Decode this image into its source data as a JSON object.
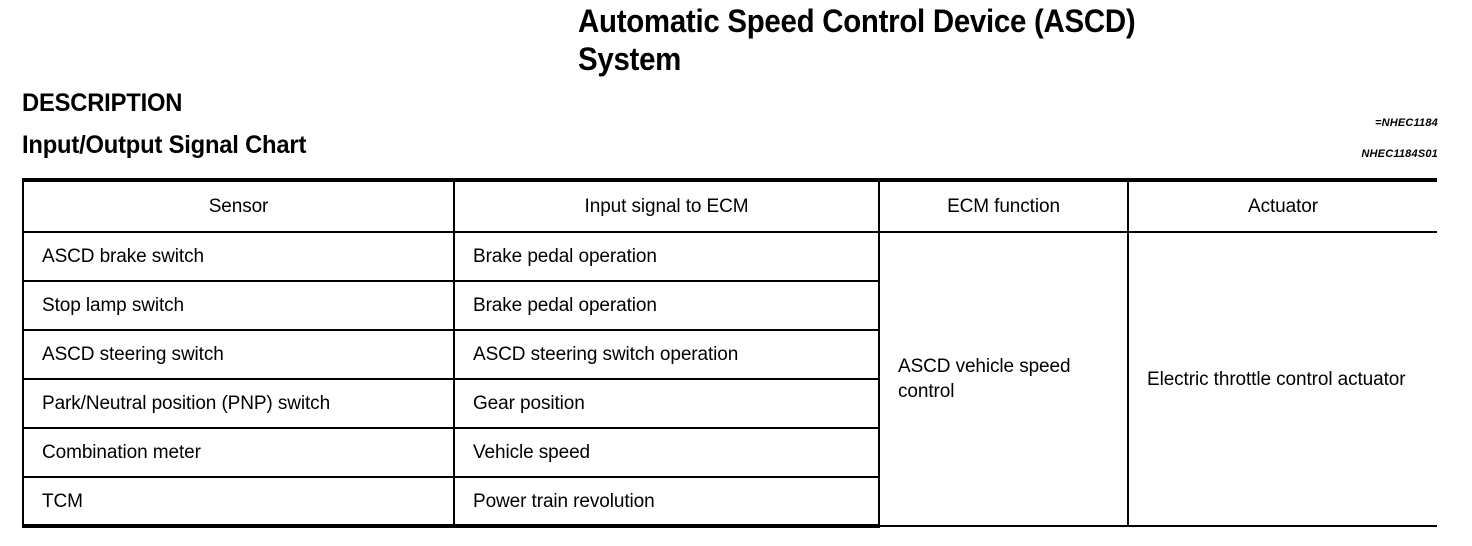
{
  "document": {
    "title": "Automatic Speed Control Device (ASCD)\nSystem",
    "section_heading": "DESCRIPTION",
    "subsection_heading": "Input/Output Signal Chart",
    "reference_code_top": "=NHEC1184",
    "reference_code_bottom": "NHEC1184S01"
  },
  "table": {
    "headers": [
      "Sensor",
      "Input signal to ECM",
      "ECM function",
      "Actuator"
    ],
    "rows": [
      {
        "sensor": "ASCD brake switch",
        "input_signal": "Brake pedal operation"
      },
      {
        "sensor": "Stop lamp switch",
        "input_signal": "Brake pedal operation"
      },
      {
        "sensor": "ASCD steering switch",
        "input_signal": "ASCD steering switch operation"
      },
      {
        "sensor": "Park/Neutral position (PNP) switch",
        "input_signal": "Gear position"
      },
      {
        "sensor": "Combination meter",
        "input_signal": "Vehicle speed"
      },
      {
        "sensor": "TCM",
        "input_signal": "Power train revolution"
      }
    ],
    "ecm_function": "ASCD vehicle speed control",
    "actuator": "Electric throttle control actuator"
  },
  "colors": {
    "text": "#000000",
    "background": "#ffffff",
    "rule": "#000000"
  }
}
